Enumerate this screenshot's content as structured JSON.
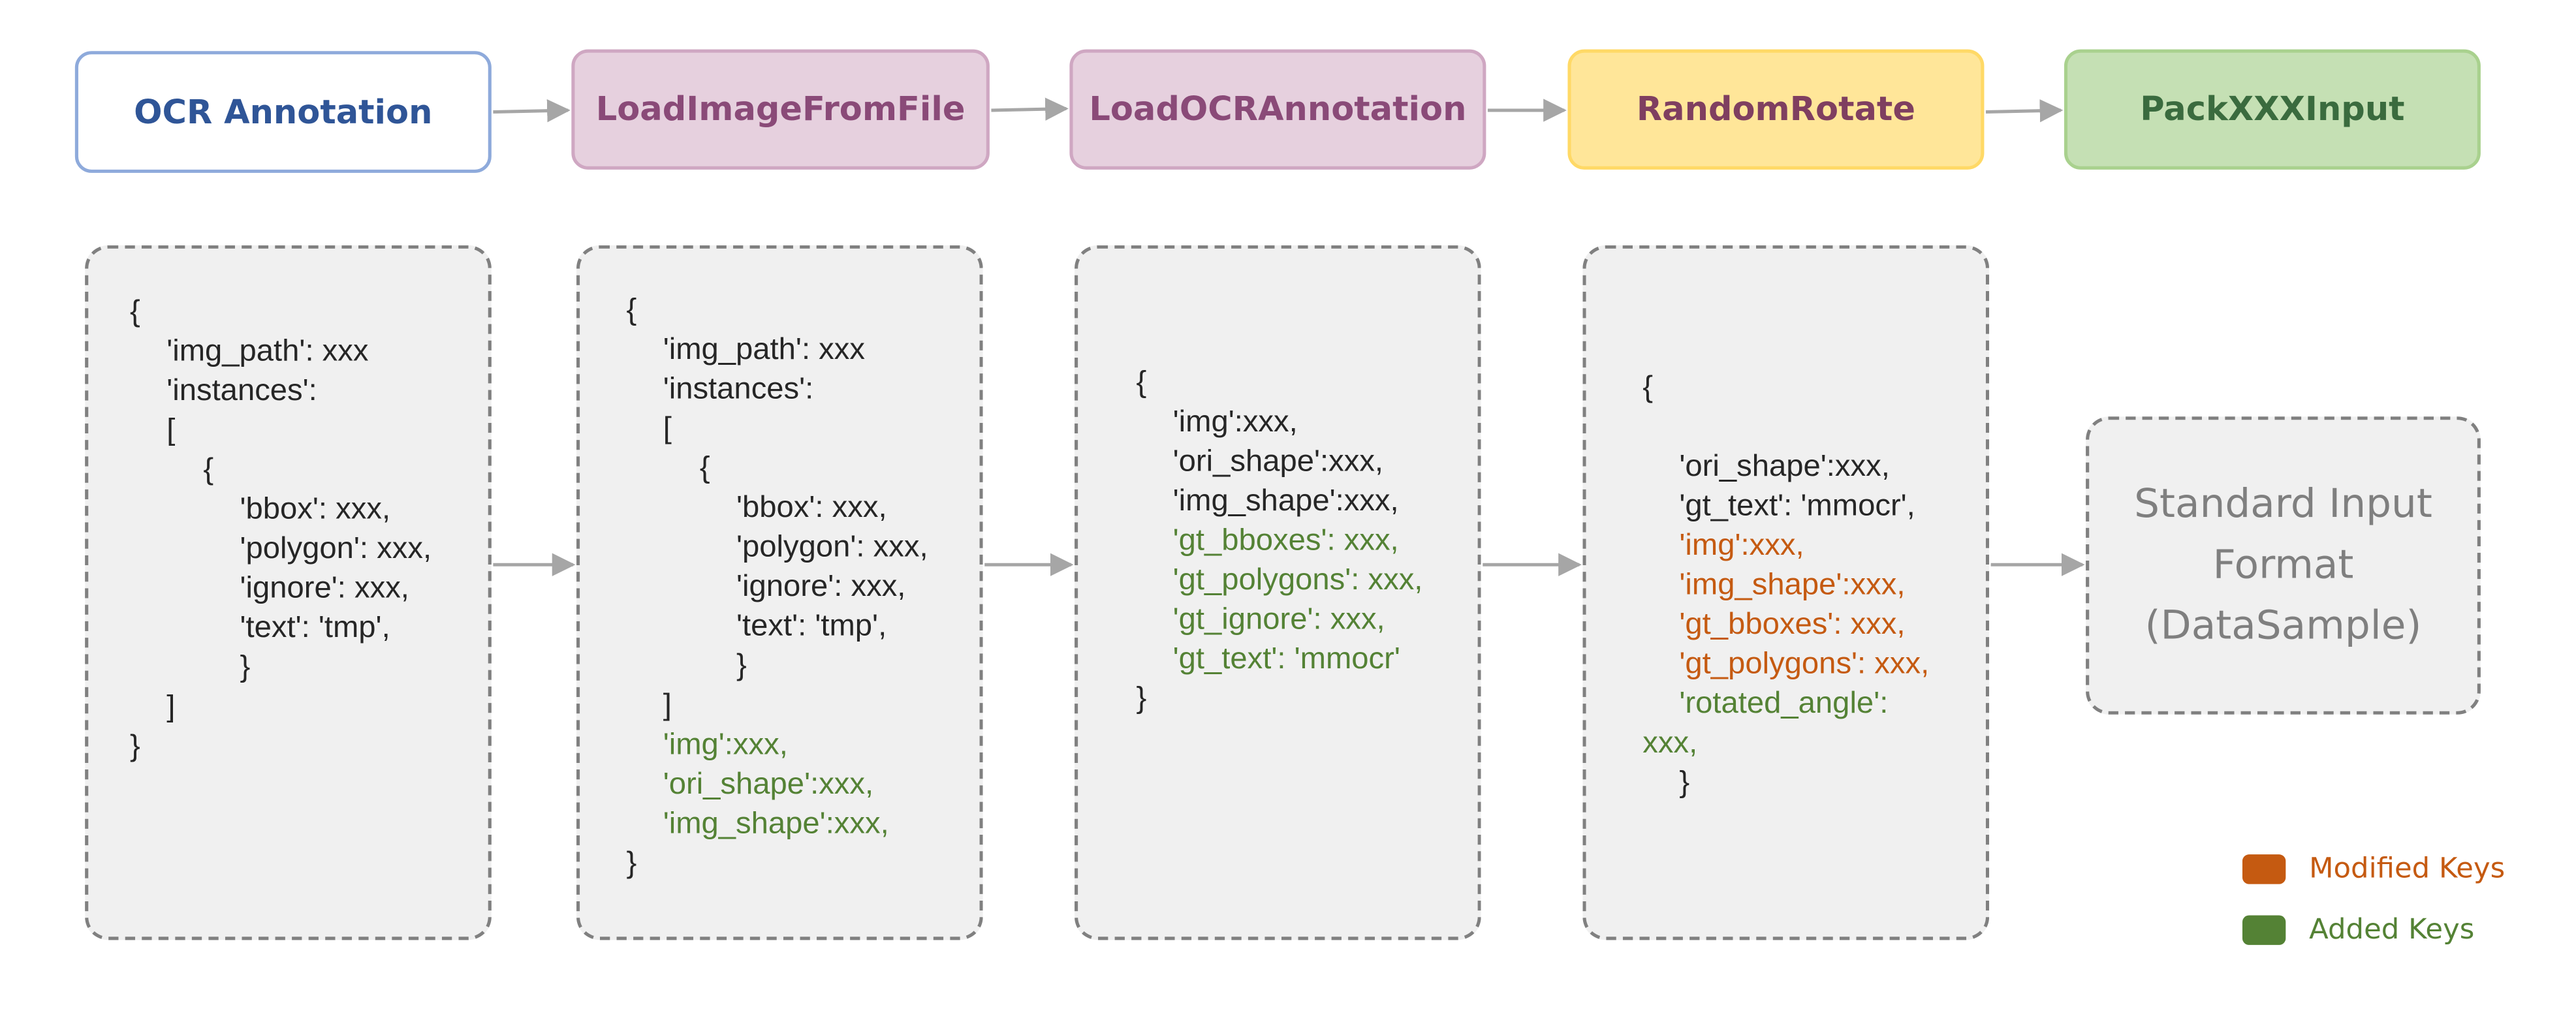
{
  "colors": {
    "modified": "#c55a11",
    "added": "#548235",
    "node_border": "#808080"
  },
  "pipeline": {
    "ocr_annotation": "OCR Annotation",
    "load_image": "LoadImageFromFile",
    "load_ocr_annotation": "LoadOCRAnnotation",
    "random_rotate": "RandomRotate",
    "pack_input": "PackXXXInput"
  },
  "box_ocr_annotation": {
    "lines": [
      {
        "text": "{",
        "indent": 0
      },
      {
        "text": "'img_path': xxx",
        "indent": 1
      },
      {
        "text": "'instances':",
        "indent": 1
      },
      {
        "text": "[",
        "indent": 1
      },
      {
        "text": "{",
        "indent": 2
      },
      {
        "text": "'bbox': xxx,",
        "indent": 3
      },
      {
        "text": "'polygon': xxx,",
        "indent": 3
      },
      {
        "text": "'ignore': xxx,",
        "indent": 3
      },
      {
        "text": "'text': 'tmp',",
        "indent": 3
      },
      {
        "text": "}",
        "indent": 3
      },
      {
        "text": "]",
        "indent": 1
      },
      {
        "text": "}",
        "indent": 0
      }
    ]
  },
  "box_load_image": {
    "lines": [
      {
        "text": "{",
        "indent": 0
      },
      {
        "text": "'img_path': xxx",
        "indent": 1
      },
      {
        "text": "'instances':",
        "indent": 1
      },
      {
        "text": "[",
        "indent": 1
      },
      {
        "text": "{",
        "indent": 2
      },
      {
        "text": "'bbox': xxx,",
        "indent": 3
      },
      {
        "text": "'polygon': xxx,",
        "indent": 3
      },
      {
        "text": "'ignore': xxx,",
        "indent": 3
      },
      {
        "text": "'text': 'tmp',",
        "indent": 3
      },
      {
        "text": "}",
        "indent": 3
      },
      {
        "text": "]",
        "indent": 1
      },
      {
        "text": "'img':xxx,",
        "indent": 1,
        "status": "added"
      },
      {
        "text": "'ori_shape':xxx,",
        "indent": 1,
        "status": "added"
      },
      {
        "text": "'img_shape':xxx,",
        "indent": 1,
        "status": "added"
      },
      {
        "text": "}",
        "indent": 0
      }
    ]
  },
  "box_load_ocr_annotation": {
    "lines": [
      {
        "text": "{",
        "indent": 0
      },
      {
        "text": "'img':xxx,",
        "indent": 1
      },
      {
        "text": "'ori_shape':xxx,",
        "indent": 1
      },
      {
        "text": "'img_shape':xxx,",
        "indent": 1
      },
      {
        "text": "'gt_bboxes': xxx,",
        "indent": 1,
        "status": "added"
      },
      {
        "text": "'gt_polygons': xxx,",
        "indent": 1,
        "status": "added"
      },
      {
        "text": "'gt_ignore': xxx,",
        "indent": 1,
        "status": "added"
      },
      {
        "text": "'gt_text': 'mmocr'",
        "indent": 1,
        "status": "added"
      },
      {
        "text": "}",
        "indent": 0
      }
    ]
  },
  "box_random_rotate": {
    "lines": [
      {
        "text": "{",
        "indent": 0
      },
      {
        "text": "",
        "indent": 0
      },
      {
        "text": "'ori_shape':xxx,",
        "indent": 1
      },
      {
        "text": "'gt_text': 'mmocr',",
        "indent": 1
      },
      {
        "text": "'img':xxx,",
        "indent": 1,
        "status": "modified"
      },
      {
        "text": "'img_shape':xxx,",
        "indent": 1,
        "status": "modified"
      },
      {
        "text": "'gt_bboxes': xxx,",
        "indent": 1,
        "status": "modified"
      },
      {
        "text": "'gt_polygons': xxx,",
        "indent": 1,
        "status": "modified"
      },
      {
        "text": "'rotated_angle':",
        "indent": 1,
        "status": "added"
      },
      {
        "text": "xxx,",
        "indent": 0,
        "status": "added"
      },
      {
        "text": "}",
        "indent": 1
      }
    ]
  },
  "output_box": {
    "line1": "Standard Input",
    "line2": "Format",
    "line3": "(DataSample)"
  },
  "legend": {
    "modified": "Modified Keys",
    "added": "Added Keys"
  }
}
